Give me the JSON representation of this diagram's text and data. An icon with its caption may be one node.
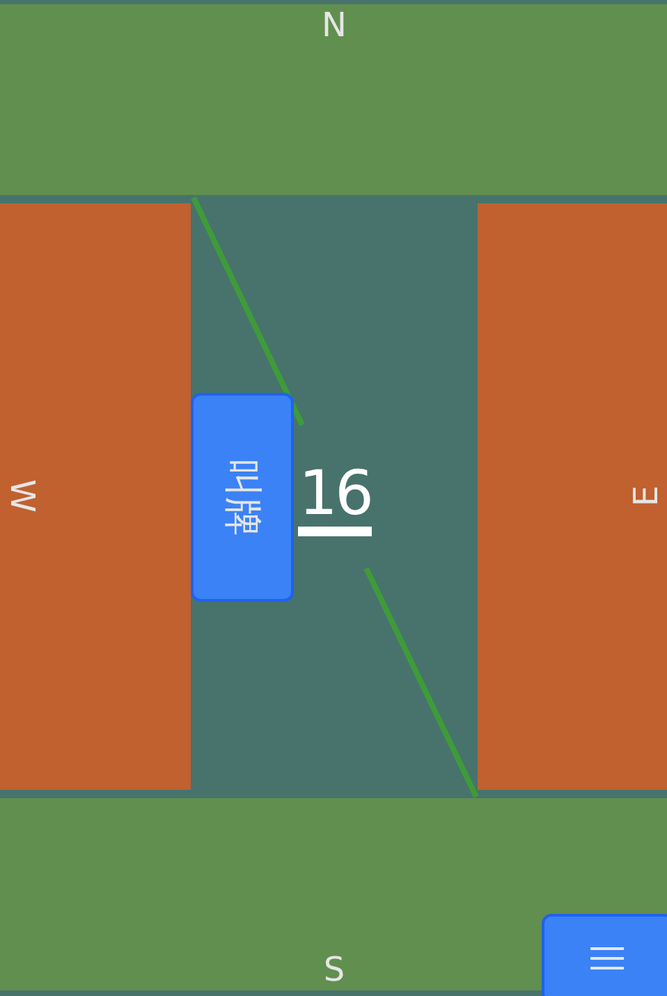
{
  "diagram": {
    "nodes": [
      {
        "text": [
          "N"
        ]
      },
      {
        "text": [
          "W"
        ]
      },
      {
        "text": [
          "E"
        ]
      },
      {
        "text": [
          "S"
        ]
      },
      {
        "text": [
          "叫牌"
        ]
      }
    ],
    "labels": [
      "16"
    ]
  }
}
